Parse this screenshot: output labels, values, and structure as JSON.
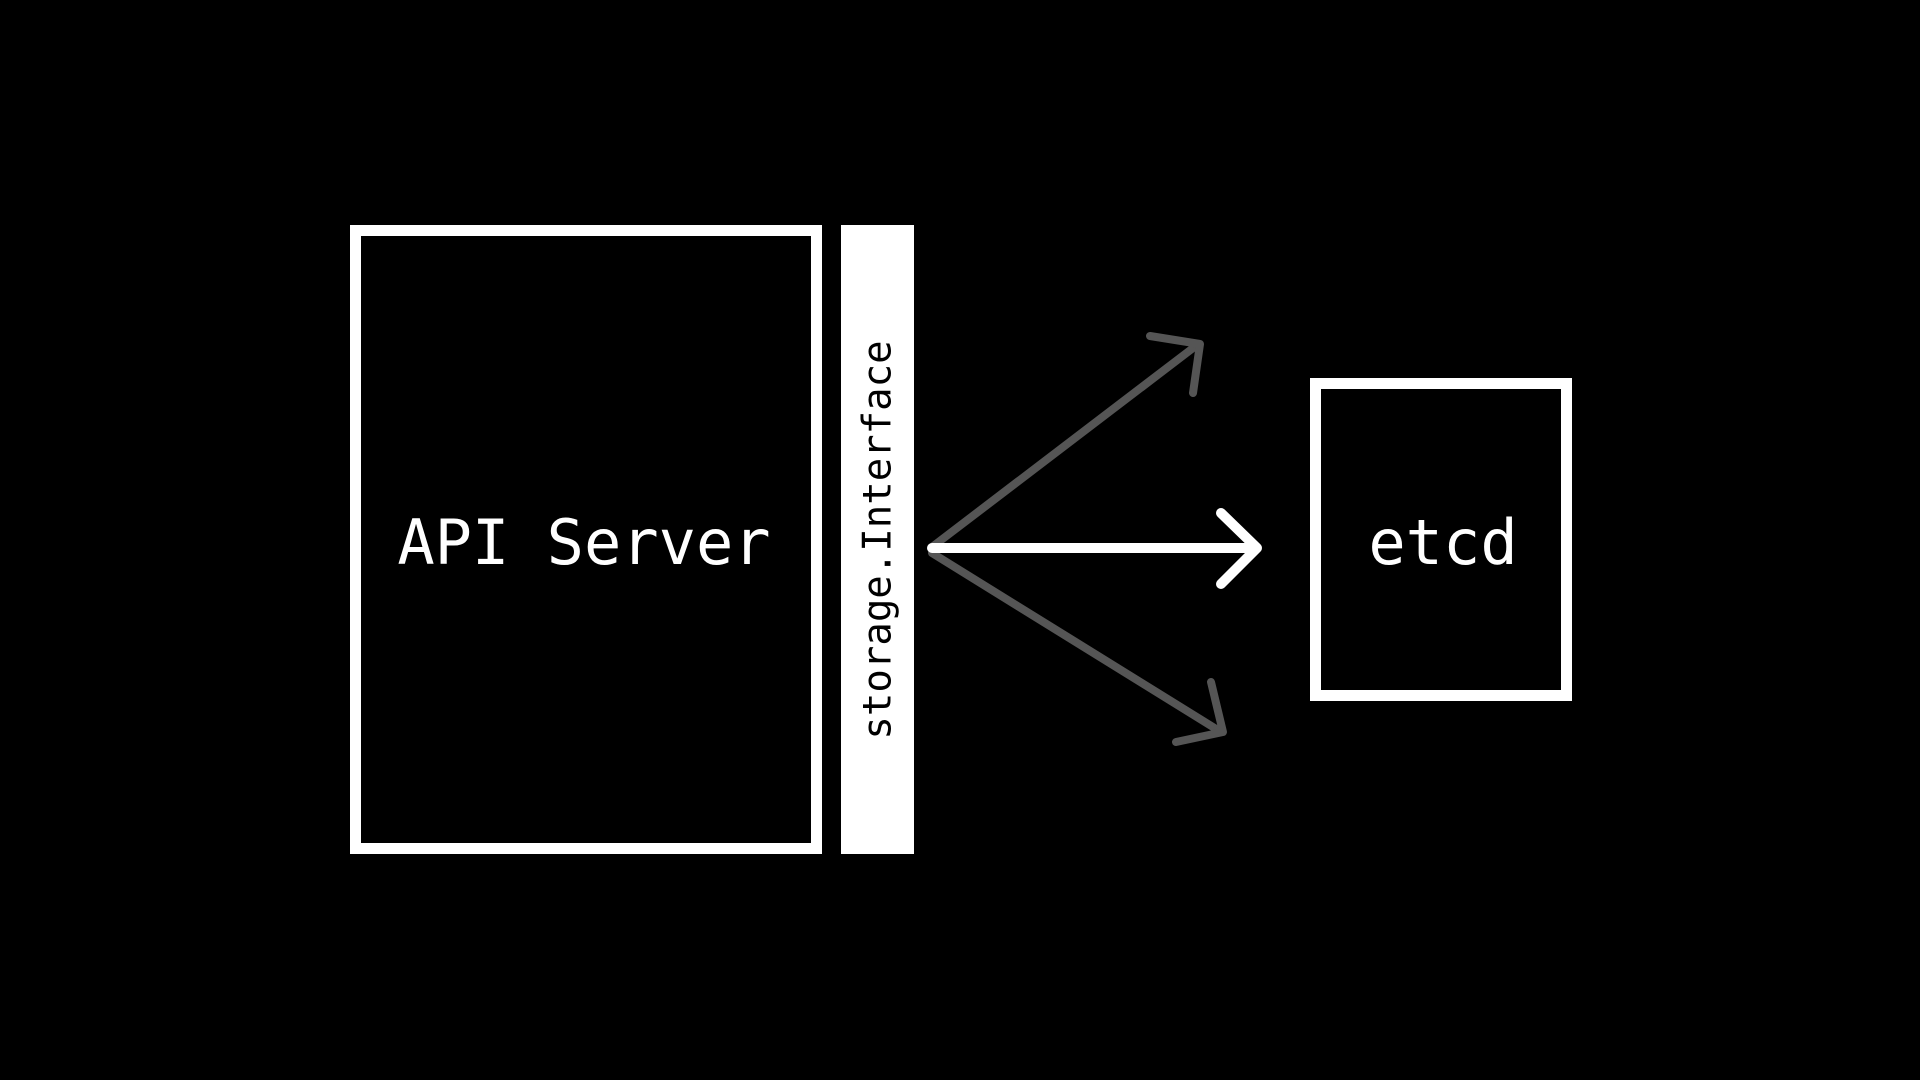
{
  "diagram": {
    "background_color": "#000000",
    "foreground_color": "#ffffff",
    "dim_arrow_color": "#555555",
    "nodes": {
      "api_server": {
        "label": "API Server"
      },
      "interface": {
        "label": "storage.Interface"
      },
      "etcd": {
        "label": "etcd"
      }
    },
    "edges": [
      {
        "from": "interface",
        "to": "etcd",
        "style": "solid-bright"
      },
      {
        "from": "interface",
        "to": "upper-target",
        "style": "dim"
      },
      {
        "from": "interface",
        "to": "lower-target",
        "style": "dim"
      }
    ]
  }
}
